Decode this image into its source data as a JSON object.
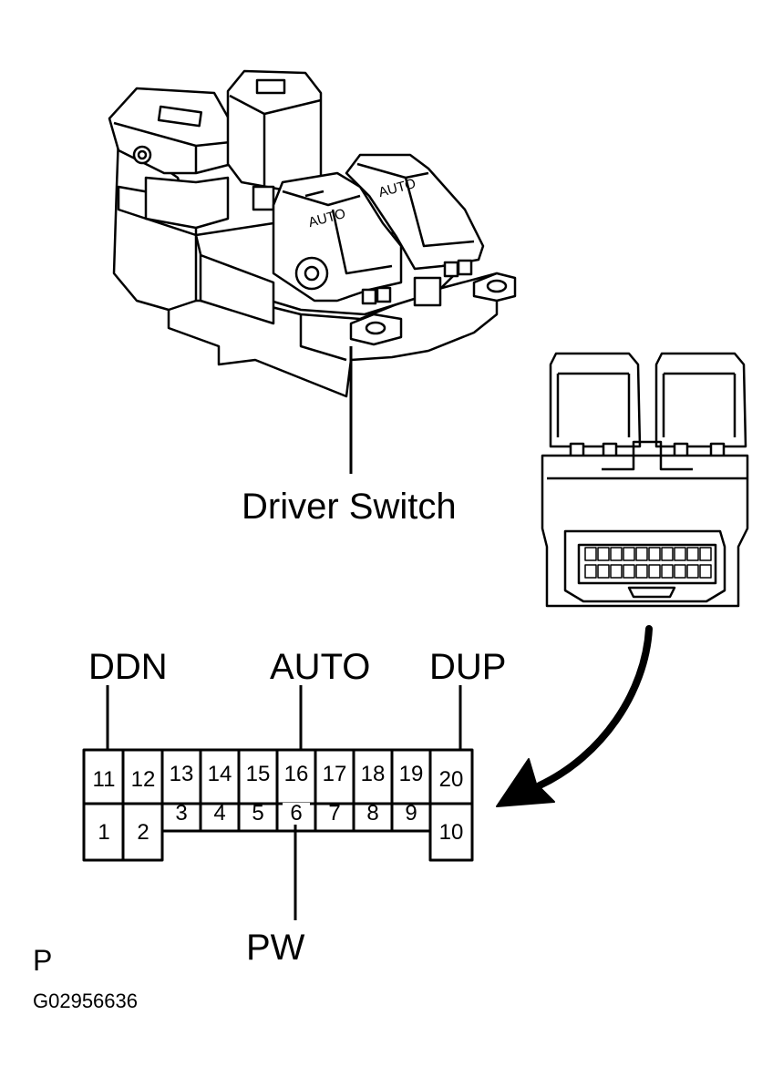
{
  "labels": {
    "driver_switch": "Driver Switch",
    "ddn": "DDN",
    "auto": "AUTO",
    "dup": "DUP",
    "pw": "PW",
    "view": "P",
    "figure_id": "G02956636",
    "key_auto_1": "AUTO",
    "key_auto_2": "AUTO"
  },
  "connector": {
    "top_row": [
      "11",
      "12",
      "13",
      "14",
      "15",
      "16",
      "17",
      "18",
      "19",
      "20"
    ],
    "bottom_row": [
      "1",
      "2",
      "3",
      "4",
      "5",
      "6",
      "7",
      "8",
      "9",
      "10"
    ]
  }
}
